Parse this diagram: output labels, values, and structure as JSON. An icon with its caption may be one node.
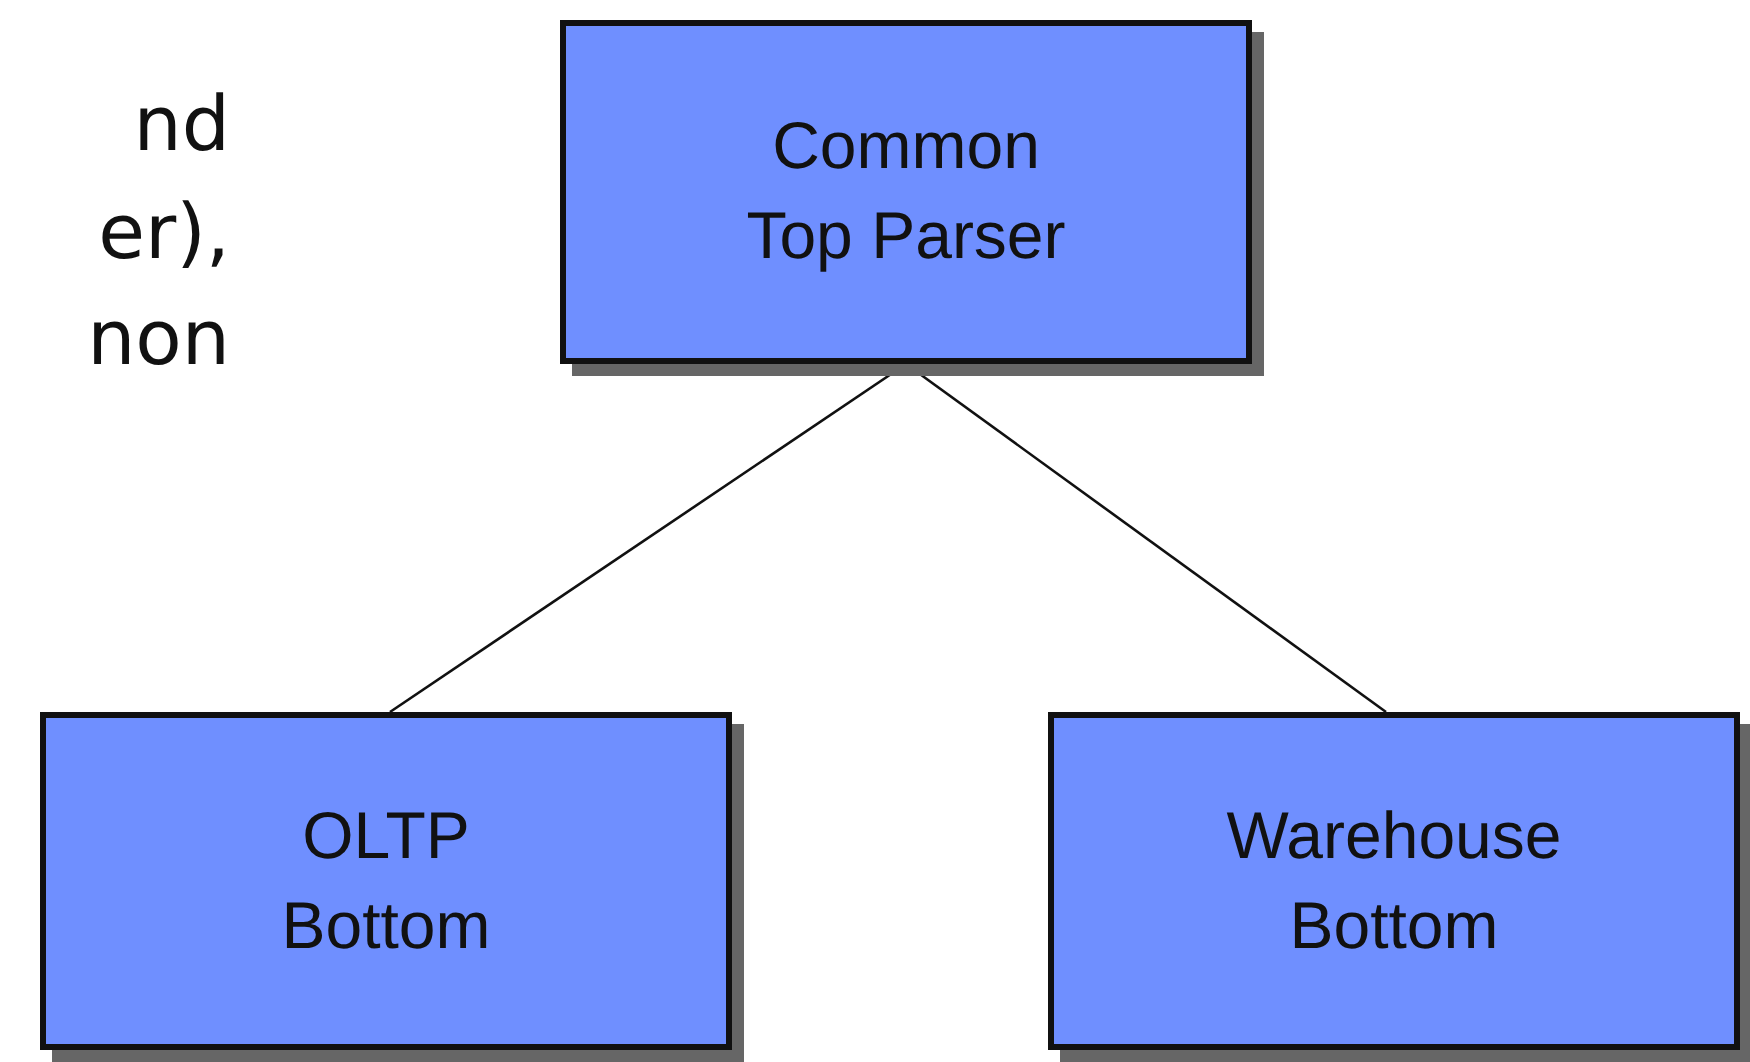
{
  "diagram": {
    "nodes": [
      {
        "text": [
          "Common Top Parser"
        ]
      },
      {
        "text": [
          "OLTP Bottom"
        ]
      },
      {
        "text": [
          "Warehouse Bottom"
        ]
      }
    ],
    "edges": [
      {
        "from": 0,
        "to": 1,
        "arrow": "none"
      },
      {
        "from": 0,
        "to": 2,
        "arrow": "none"
      }
    ],
    "labels": [
      "nd",
      "er),",
      "non"
    ]
  }
}
